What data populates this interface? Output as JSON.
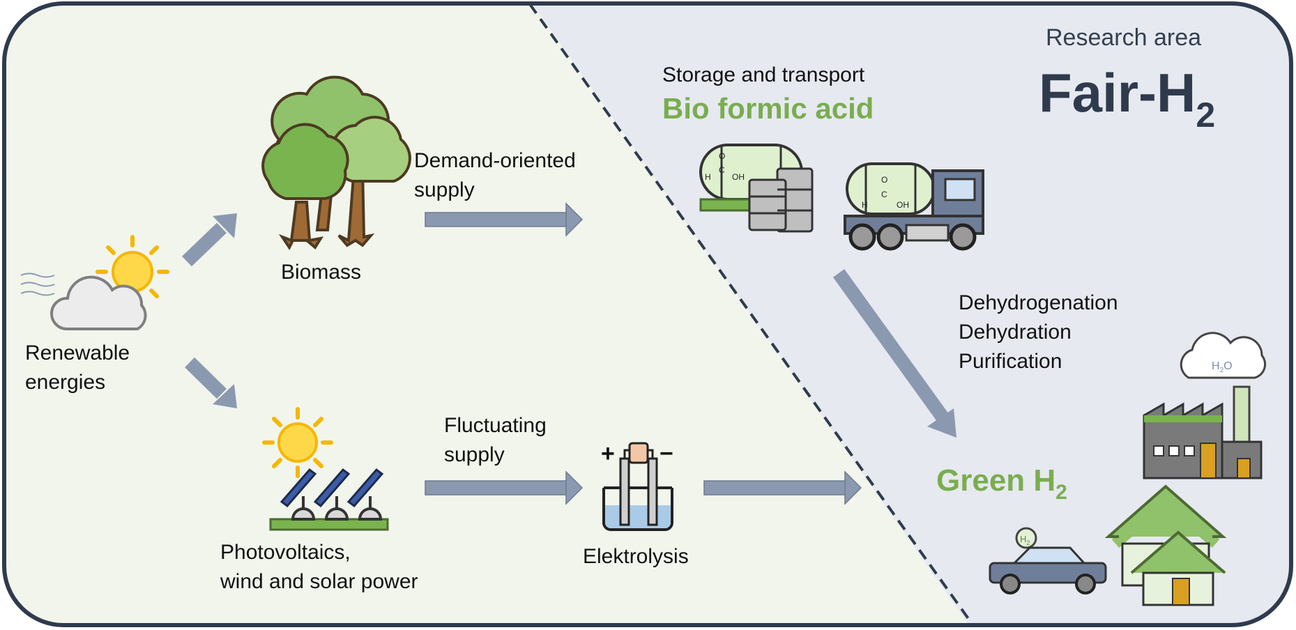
{
  "research": {
    "line1": "Research area",
    "title_main": "Fair-H",
    "title_sub": "2"
  },
  "storage": {
    "heading": "Storage and transport",
    "product": "Bio formic acid"
  },
  "renewable": {
    "line1": "Renewable",
    "line2": "energies"
  },
  "biomass": {
    "label": "Biomass"
  },
  "demand": {
    "line1": "Demand-oriented",
    "line2": "supply"
  },
  "pv": {
    "line1": "Photovoltaics,",
    "line2": "wind and solar power"
  },
  "fluct": {
    "line1": "Fluctuating",
    "line2": "supply"
  },
  "elektro": {
    "label": "Elektrolysis"
  },
  "process": {
    "step1": "Dehydrogenation",
    "step2": "Dehydration",
    "step3": "Purification"
  },
  "green": {
    "main": "Green H",
    "sub": "2"
  },
  "chem": {
    "h": "H",
    "c": "C",
    "o": "O",
    "oh": "OH"
  },
  "icons": {
    "h2o_main": "H",
    "h2o_sub": "2",
    "h2o_end": "O",
    "car_main": "H",
    "car_sub": "2",
    "electrode_plus": "+",
    "electrode_minus": "−"
  },
  "colors": {
    "left_bg": "#f1f5ec",
    "right_bg": "#e6e9f0",
    "frame": "#2f3b4d",
    "arrow": "#8b99b0",
    "green_text": "#7aad4f"
  }
}
